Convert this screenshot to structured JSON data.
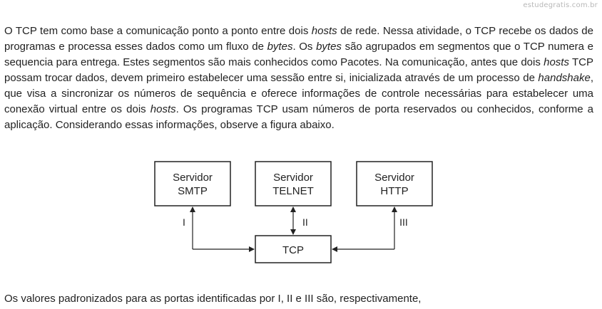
{
  "watermark": "estudegratis.com.br",
  "paragraph": {
    "s1": "O TCP tem como base a comunicação ponto a ponto entre dois ",
    "s1_em": "hosts",
    "s2": " de rede. Nessa atividade, o TCP recebe os dados de programas e processa esses dados como um fluxo de ",
    "s2_em": "bytes",
    "s3": ". Os ",
    "s3_em": "bytes",
    "s4": " são agrupados em segmentos que o TCP numera e sequencia para entrega. Estes segmentos são mais conhecidos como Pacotes. Na comunicação, antes que dois ",
    "s4_em": "hosts",
    "s5": " TCP possam trocar dados, devem primeiro estabelecer uma sessão entre si, inicializada através de um processo de ",
    "s5_em": "handshake",
    "s6": ", que visa a sincronizar os números de sequência e oferece informações de controle necessárias para estabelecer uma conexão virtual entre os dois ",
    "s6_em": "hosts",
    "s7": ". Os programas TCP usam números de porta reservados ou conhecidos, conforme a aplicação. Considerando essas informações, observe a figura abaixo."
  },
  "diagram": {
    "servers": [
      {
        "line1": "Servidor",
        "line2": "SMTP"
      },
      {
        "line1": "Servidor",
        "line2": "TELNET"
      },
      {
        "line1": "Servidor",
        "line2": "HTTP"
      }
    ],
    "tcp_label": "TCP",
    "ports": [
      "I",
      "II",
      "III"
    ]
  },
  "question": "Os valores padronizados para as portas identificadas por I, II e III são, respectivamente,"
}
